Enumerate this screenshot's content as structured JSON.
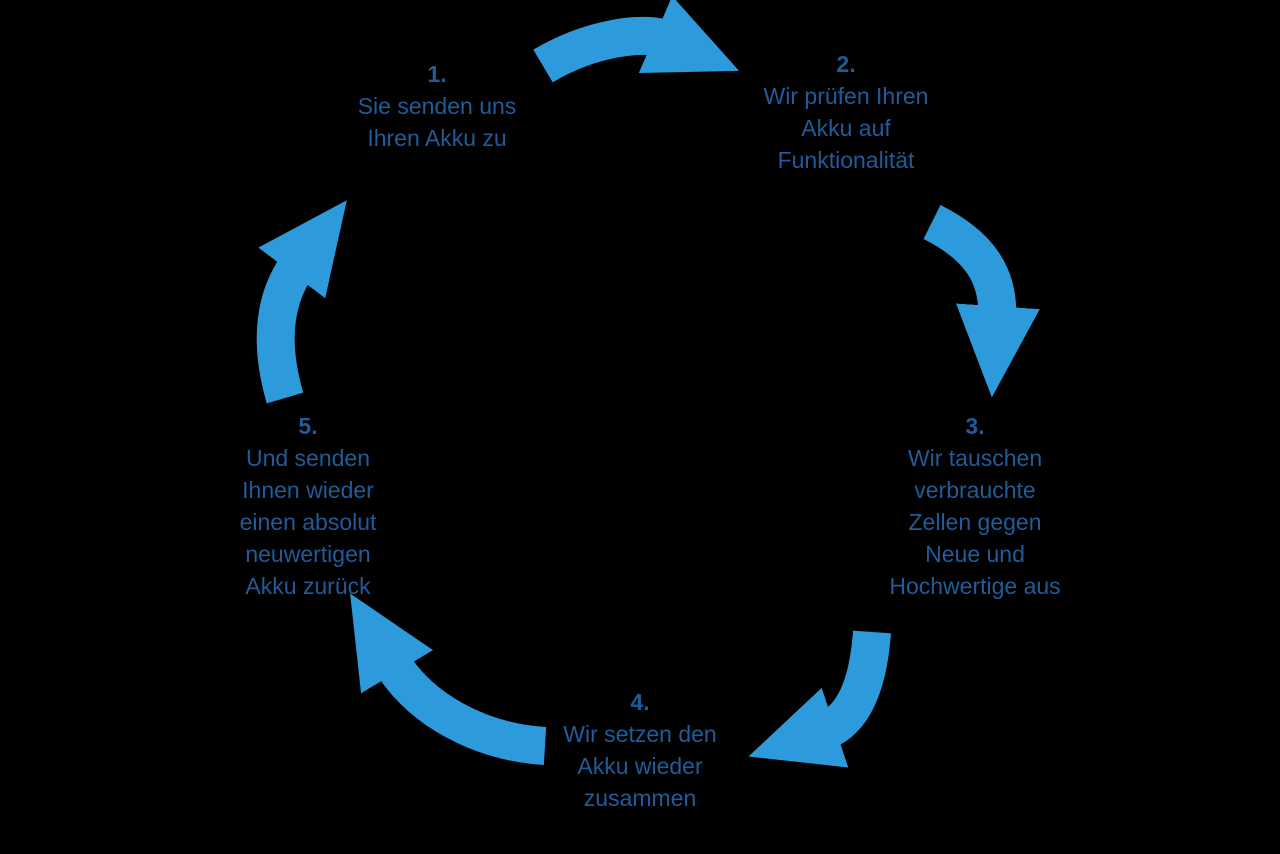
{
  "diagram": {
    "type": "cycle",
    "colors": {
      "background": "#000000",
      "arrow": "#2D9BDB",
      "text": "#1F5C99"
    },
    "steps": [
      {
        "number": "1.",
        "lines": [
          "Sie senden uns",
          "Ihren Akku zu"
        ]
      },
      {
        "number": "2.",
        "lines": [
          "Wir prüfen Ihren",
          "Akku auf",
          "Funktionalität"
        ]
      },
      {
        "number": "3.",
        "lines": [
          "Wir tauschen",
          "verbrauchte",
          "Zellen gegen",
          "Neue und",
          "Hochwertige aus"
        ]
      },
      {
        "number": "4.",
        "lines": [
          "Wir setzen den",
          "Akku wieder",
          "zusammen"
        ]
      },
      {
        "number": "5.",
        "lines": [
          "Und senden",
          "Ihnen wieder",
          "einen absolut",
          "neuwertigen",
          "Akku zurück"
        ]
      }
    ]
  }
}
